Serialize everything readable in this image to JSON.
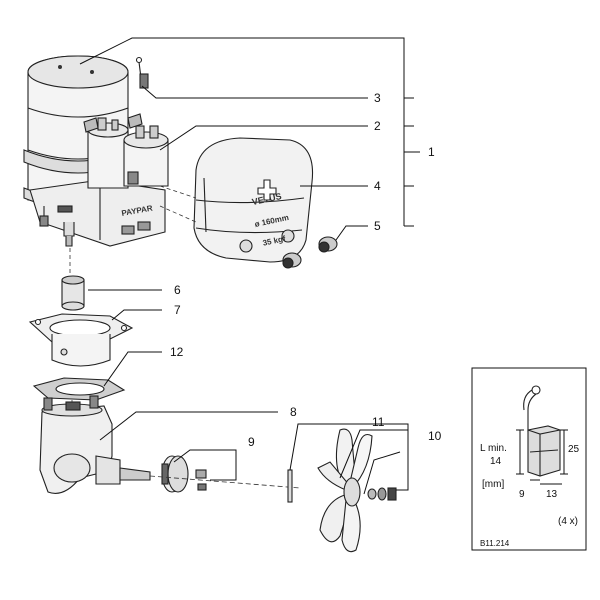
{
  "callouts": {
    "c1": "1",
    "c2": "2",
    "c3": "3",
    "c4": "4",
    "c5": "5",
    "c6": "6",
    "c7": "7",
    "c8": "8",
    "c9": "9",
    "c10": "10",
    "c11": "11",
    "c12": "12"
  },
  "motor_marking": {
    "logo": "VETUS",
    "size": "ø 160mm",
    "thrust": "35 kgf"
  },
  "brush_inset": {
    "l_min_label": "L min.",
    "l_min_value": "14",
    "height_value": "25",
    "width_value": "9",
    "depth_value": "13",
    "unit": "[mm]",
    "quantity": "(4 x)",
    "ref_code": "B11.214"
  }
}
